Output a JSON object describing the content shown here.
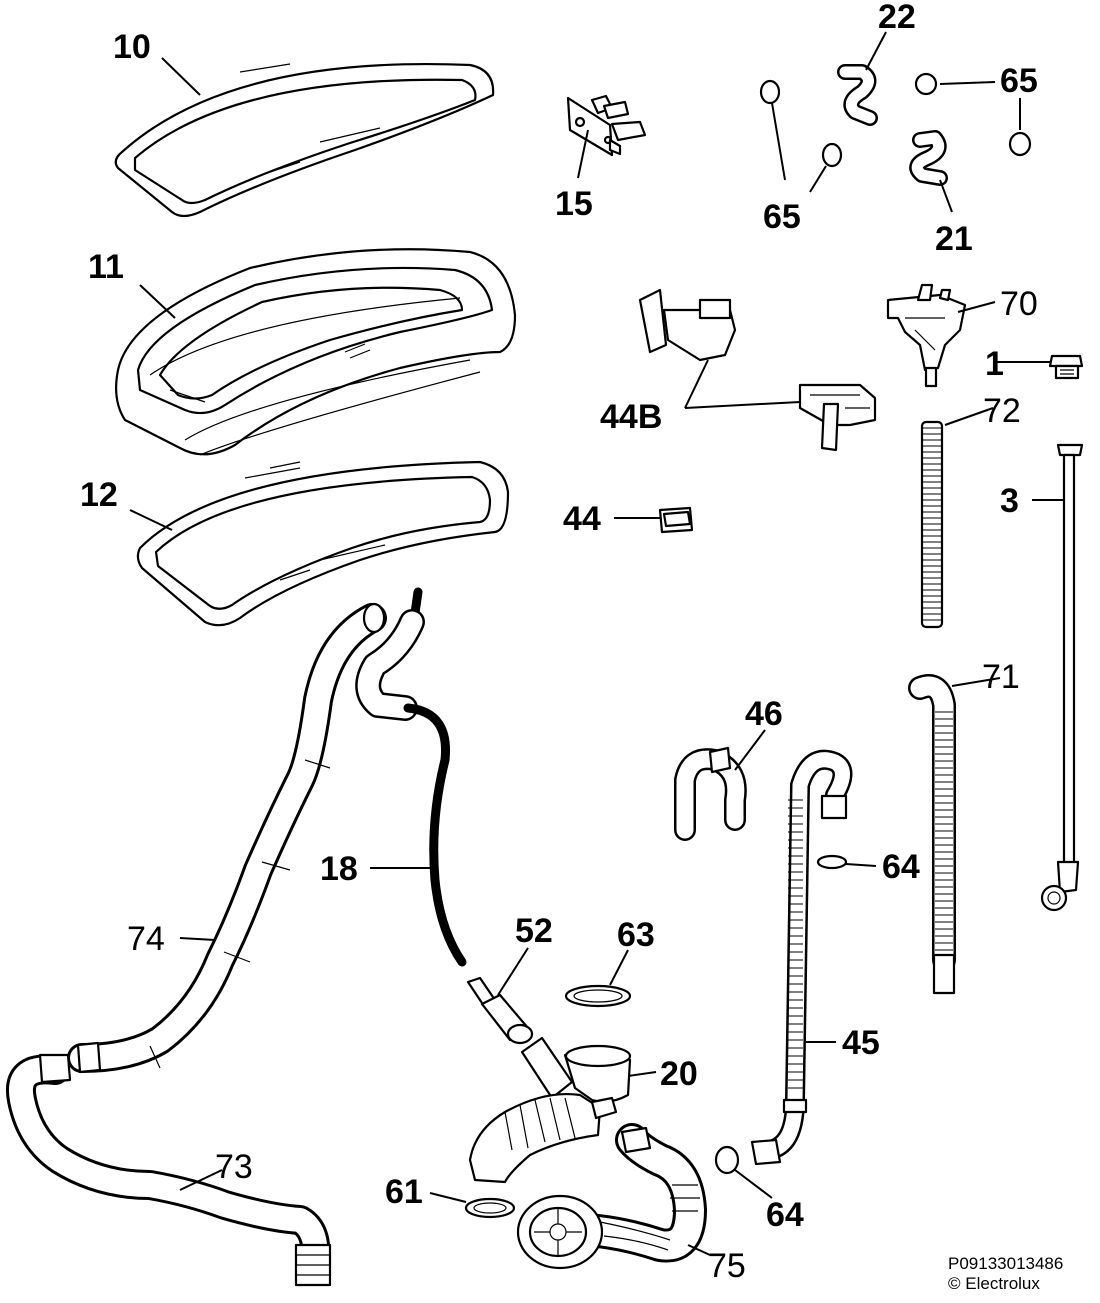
{
  "diagram": {
    "callouts": [
      "10",
      "11",
      "12",
      "15",
      "22",
      "65",
      "65",
      "21",
      "70",
      "1",
      "44B",
      "72",
      "3",
      "44",
      "71",
      "46",
      "64",
      "18",
      "74",
      "52",
      "63",
      "45",
      "20",
      "73",
      "61",
      "64",
      "75"
    ],
    "footer": {
      "code": "P09133013486",
      "copyright": "© Electrolux"
    }
  }
}
